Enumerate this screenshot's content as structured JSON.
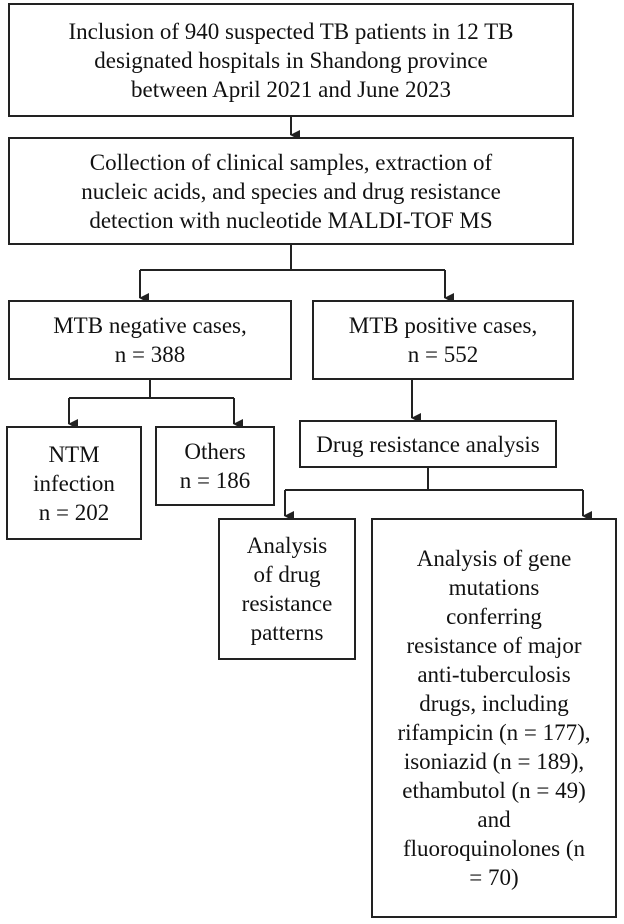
{
  "boxes": {
    "inclusion": [
      "Inclusion of 940 suspected TB patients in 12 TB",
      "designated hospitals in Shandong province",
      "between April 2021 and June 2023"
    ],
    "collection": [
      "Collection of clinical samples, extraction of",
      "nucleic acids, and species and drug resistance",
      "detection with nucleotide MALDI-TOF MS"
    ],
    "mtb_negative": [
      "MTB negative cases,",
      "n = 388"
    ],
    "mtb_positive": [
      "MTB positive cases,",
      "n = 552"
    ],
    "ntm": [
      "NTM",
      "infection",
      "n = 202"
    ],
    "others": [
      "Others",
      "n = 186"
    ],
    "drug_resistance": [
      "Drug resistance analysis"
    ],
    "patterns": [
      "Analysis",
      "of drug",
      "resistance",
      "patterns"
    ],
    "mutations": [
      "Analysis of gene",
      "mutations",
      "conferring",
      "resistance of major",
      "anti-tuberculosis",
      "drugs, including",
      "rifampicin (n = 177),",
      "isoniazid (n = 189),",
      "ethambutol (n = 49)",
      "and",
      "fluoroquinolones (n",
      "= 70)"
    ]
  }
}
